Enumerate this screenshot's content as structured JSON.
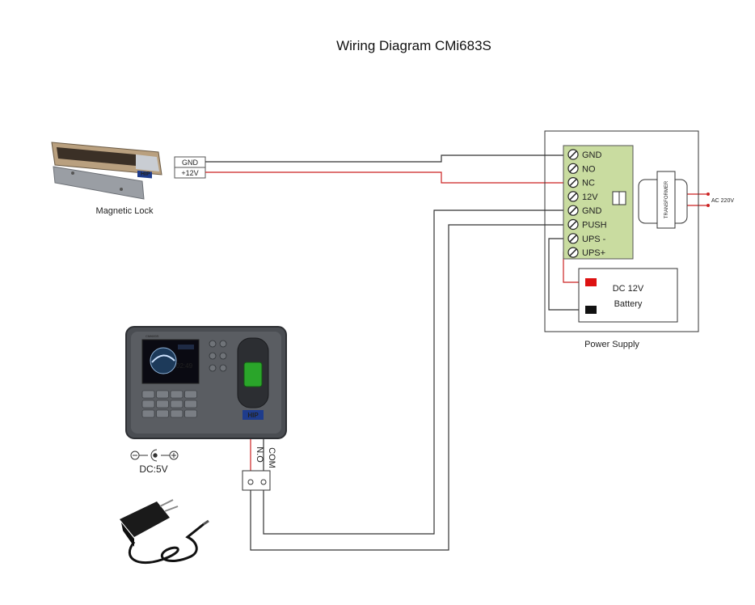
{
  "title": "Wiring Diagram CMi683S",
  "magnetic_lock": {
    "label": "Magnetic Lock",
    "brand": "HIP",
    "wire_gnd": "GND",
    "wire_12v": "+12V"
  },
  "power_supply": {
    "label": "Power Supply",
    "terminals": [
      "GND",
      "NO",
      "NC",
      "12V",
      "GND",
      "PUSH",
      "UPS -",
      "UPS+"
    ],
    "transformer": "TRANSFORMER",
    "ac_input": "AC 220V",
    "battery_line1": "DC 12V",
    "battery_line2": "Battery"
  },
  "terminal_device": {
    "brand": "HIP",
    "model_badge": "CMi683S",
    "screen_time": "02:49",
    "relay_no": "N.O",
    "relay_com": "COM",
    "dc_label": "DC:5V"
  },
  "colors": {
    "gnd_wire": "#333333",
    "positive_wire": "#cc2222",
    "terminal_block": "#c9dca0",
    "battery_pos": "#dd1111",
    "battery_neg": "#111111"
  }
}
